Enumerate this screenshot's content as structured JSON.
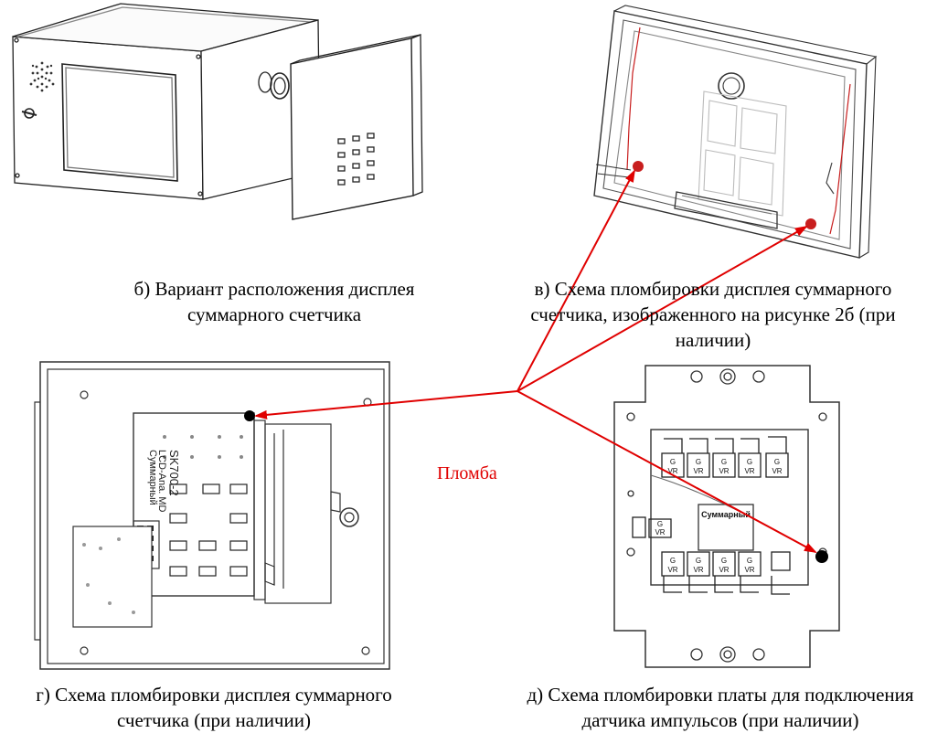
{
  "captions": {
    "b": [
      "б) Вариант расположения дисплея",
      "суммарного счетчика"
    ],
    "v": [
      "в) Схема пломбировки дисплея суммарного",
      "счетчика, изображенного на рисунке 2б (при",
      "наличии)"
    ],
    "g": [
      "г) Схема пломбировки дисплея суммарного",
      "счетчика (при наличии)"
    ],
    "d": [
      "д) Схема пломбировки платы для подключения",
      "датчика импульсов (при наличии)"
    ]
  },
  "seal_label": "Пломба",
  "device_labels": {
    "board_name": [
      "Суммарный",
      "LCD-Ana. MD",
      "SK700-2"
    ],
    "pcb_marking": "Суммарный",
    "relay_label_top": "G",
    "relay_label_bottom": "VR"
  },
  "colors": {
    "seal_arrow": "#e00000",
    "seal_dot_red": "#c81e1e",
    "seal_dot_black": "#000000",
    "line": "#333333"
  }
}
